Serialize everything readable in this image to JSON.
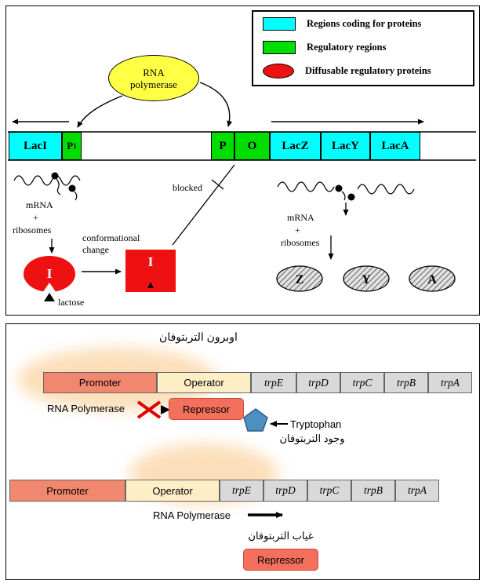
{
  "top": {
    "legend": {
      "item1": "Regions coding for proteins",
      "item2": "Regulatory regions",
      "item3": "Diffusable regulatory proteins"
    },
    "polymerase_line1": "RNA",
    "polymerase_line2": "polymerase",
    "gene_laci": "LacI",
    "gene_p1_main": "P",
    "gene_p1_sub": "1",
    "gene_p": "P",
    "gene_o": "O",
    "gene_lacz": "LacZ",
    "gene_lacy": "LacY",
    "gene_laca": "LacA",
    "left_mrna": "mRNA",
    "left_plus": "+",
    "left_ribosomes": "ribosomes",
    "conf_line1": "conformational",
    "conf_line2": "change",
    "blocked": "blocked",
    "repressor_round": "I",
    "repressor_square": "I",
    "lactose": "lactose",
    "right_mrna": "mRNA",
    "right_plus": "+",
    "right_ribosomes": "ribosomes",
    "product_z": "Z",
    "product_y": "Y",
    "product_a": "A"
  },
  "bottom": {
    "title": "اوبرون التربتوفان",
    "row1": {
      "promoter": "Promoter",
      "operator": "Operator",
      "genes": [
        "trpE",
        "trpD",
        "trpC",
        "trpB",
        "trpA"
      ],
      "rna_polymerase": "RNA Polymerase",
      "repressor": "Repressor",
      "tryptophan": "Tryptophan",
      "note": "وجود التربتوفان"
    },
    "row2": {
      "promoter": "Promoter",
      "operator": "Operator",
      "genes": [
        "trpE",
        "trpD",
        "trpC",
        "trpB",
        "trpA"
      ],
      "rna_polymerase": "RNA Polymerase",
      "note": "غياب التربتوفان",
      "repressor": "Repressor"
    }
  },
  "colors": {
    "coding_region": "#00ffff",
    "regulatory_region": "#00dd00",
    "regulatory_protein": "#ee1111",
    "polymerase": "#ffff44",
    "promoter": "#f2876f",
    "operator": "#fdeec6",
    "structural_gene": "#d9d9d9",
    "repressor": "#f2705c",
    "tryptophan": "#4d8fbe"
  }
}
